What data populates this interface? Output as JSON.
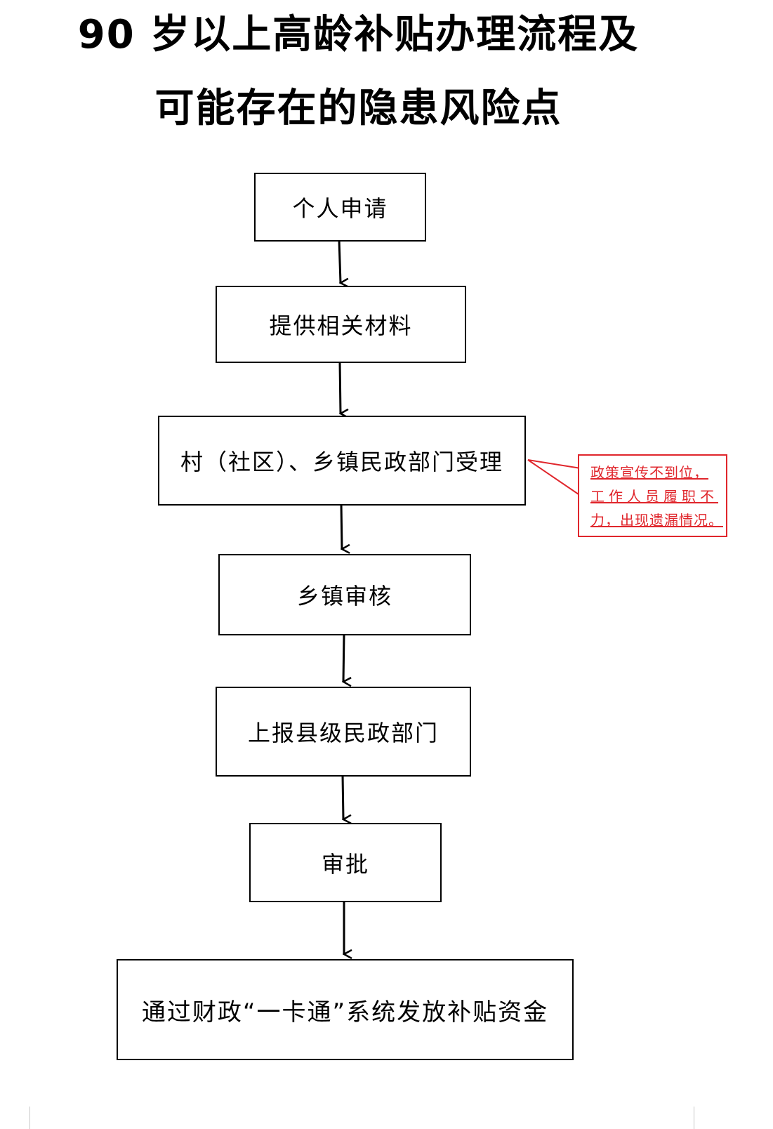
{
  "title": {
    "line1": "90 岁以上高龄补贴办理流程及",
    "line2": "可能存在的隐患风险点"
  },
  "steps": [
    "个人申请",
    "提供相关材料",
    "村（社区）、乡镇民政部门受理",
    "乡镇审核",
    "上报县级民政部门",
    "审批",
    "通过财政“一卡通”系统发放补贴资金"
  ],
  "risk_note": {
    "lines": [
      "政策宣传不到位，",
      "工作人员履职不",
      "力，出现遗漏情况。"
    ],
    "color": "#e0262c"
  }
}
